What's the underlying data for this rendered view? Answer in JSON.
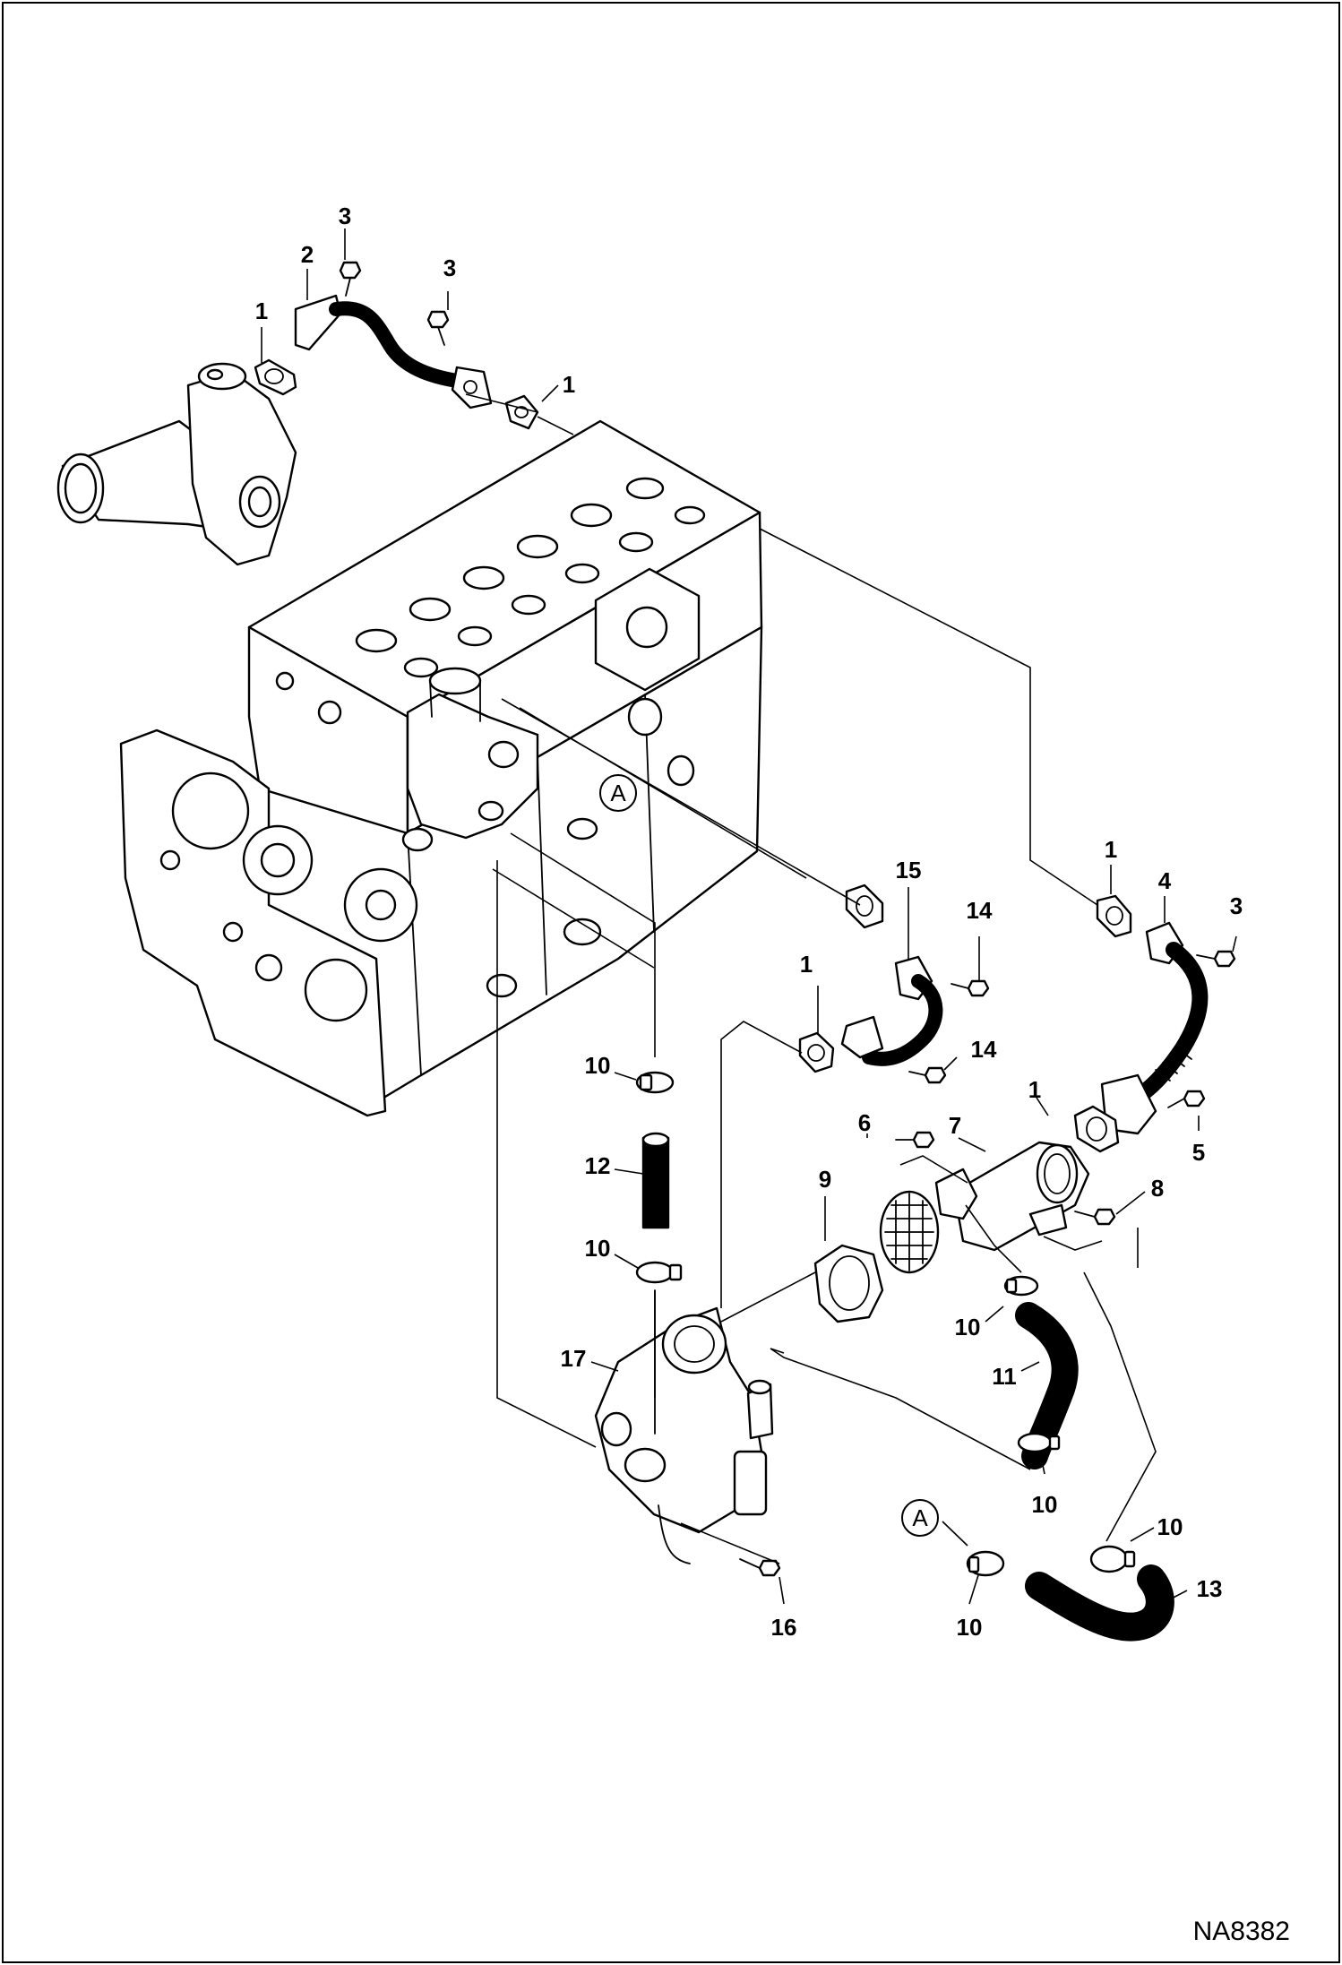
{
  "figure_id": "NA8382",
  "callouts": [
    {
      "id": "c-3a",
      "text": "3"
    },
    {
      "id": "c-2",
      "text": "2"
    },
    {
      "id": "c-3b",
      "text": "3"
    },
    {
      "id": "c-1a",
      "text": "1"
    },
    {
      "id": "c-1b",
      "text": "1"
    },
    {
      "id": "c-1c",
      "text": "1"
    },
    {
      "id": "c-4",
      "text": "4"
    },
    {
      "id": "c-3c",
      "text": "3"
    },
    {
      "id": "c-15",
      "text": "15"
    },
    {
      "id": "c-14a",
      "text": "14"
    },
    {
      "id": "c-1d",
      "text": "1"
    },
    {
      "id": "c-14b",
      "text": "14"
    },
    {
      "id": "c-10a",
      "text": "10"
    },
    {
      "id": "c-12",
      "text": "12"
    },
    {
      "id": "c-10b",
      "text": "10"
    },
    {
      "id": "c-1e",
      "text": "1"
    },
    {
      "id": "c-6",
      "text": "6"
    },
    {
      "id": "c-7",
      "text": "7"
    },
    {
      "id": "c-5",
      "text": "5"
    },
    {
      "id": "c-9",
      "text": "9"
    },
    {
      "id": "c-8",
      "text": "8"
    },
    {
      "id": "c-10c",
      "text": "10"
    },
    {
      "id": "c-11",
      "text": "11"
    },
    {
      "id": "c-17",
      "text": "17"
    },
    {
      "id": "c-10d",
      "text": "10"
    },
    {
      "id": "c-10e",
      "text": "10"
    },
    {
      "id": "c-13",
      "text": "13"
    },
    {
      "id": "c-10f",
      "text": "10"
    },
    {
      "id": "c-16",
      "text": "16"
    }
  ],
  "reference_markers": [
    {
      "id": "ref-a-1",
      "text": "A"
    },
    {
      "id": "ref-a-2",
      "text": "A"
    }
  ]
}
